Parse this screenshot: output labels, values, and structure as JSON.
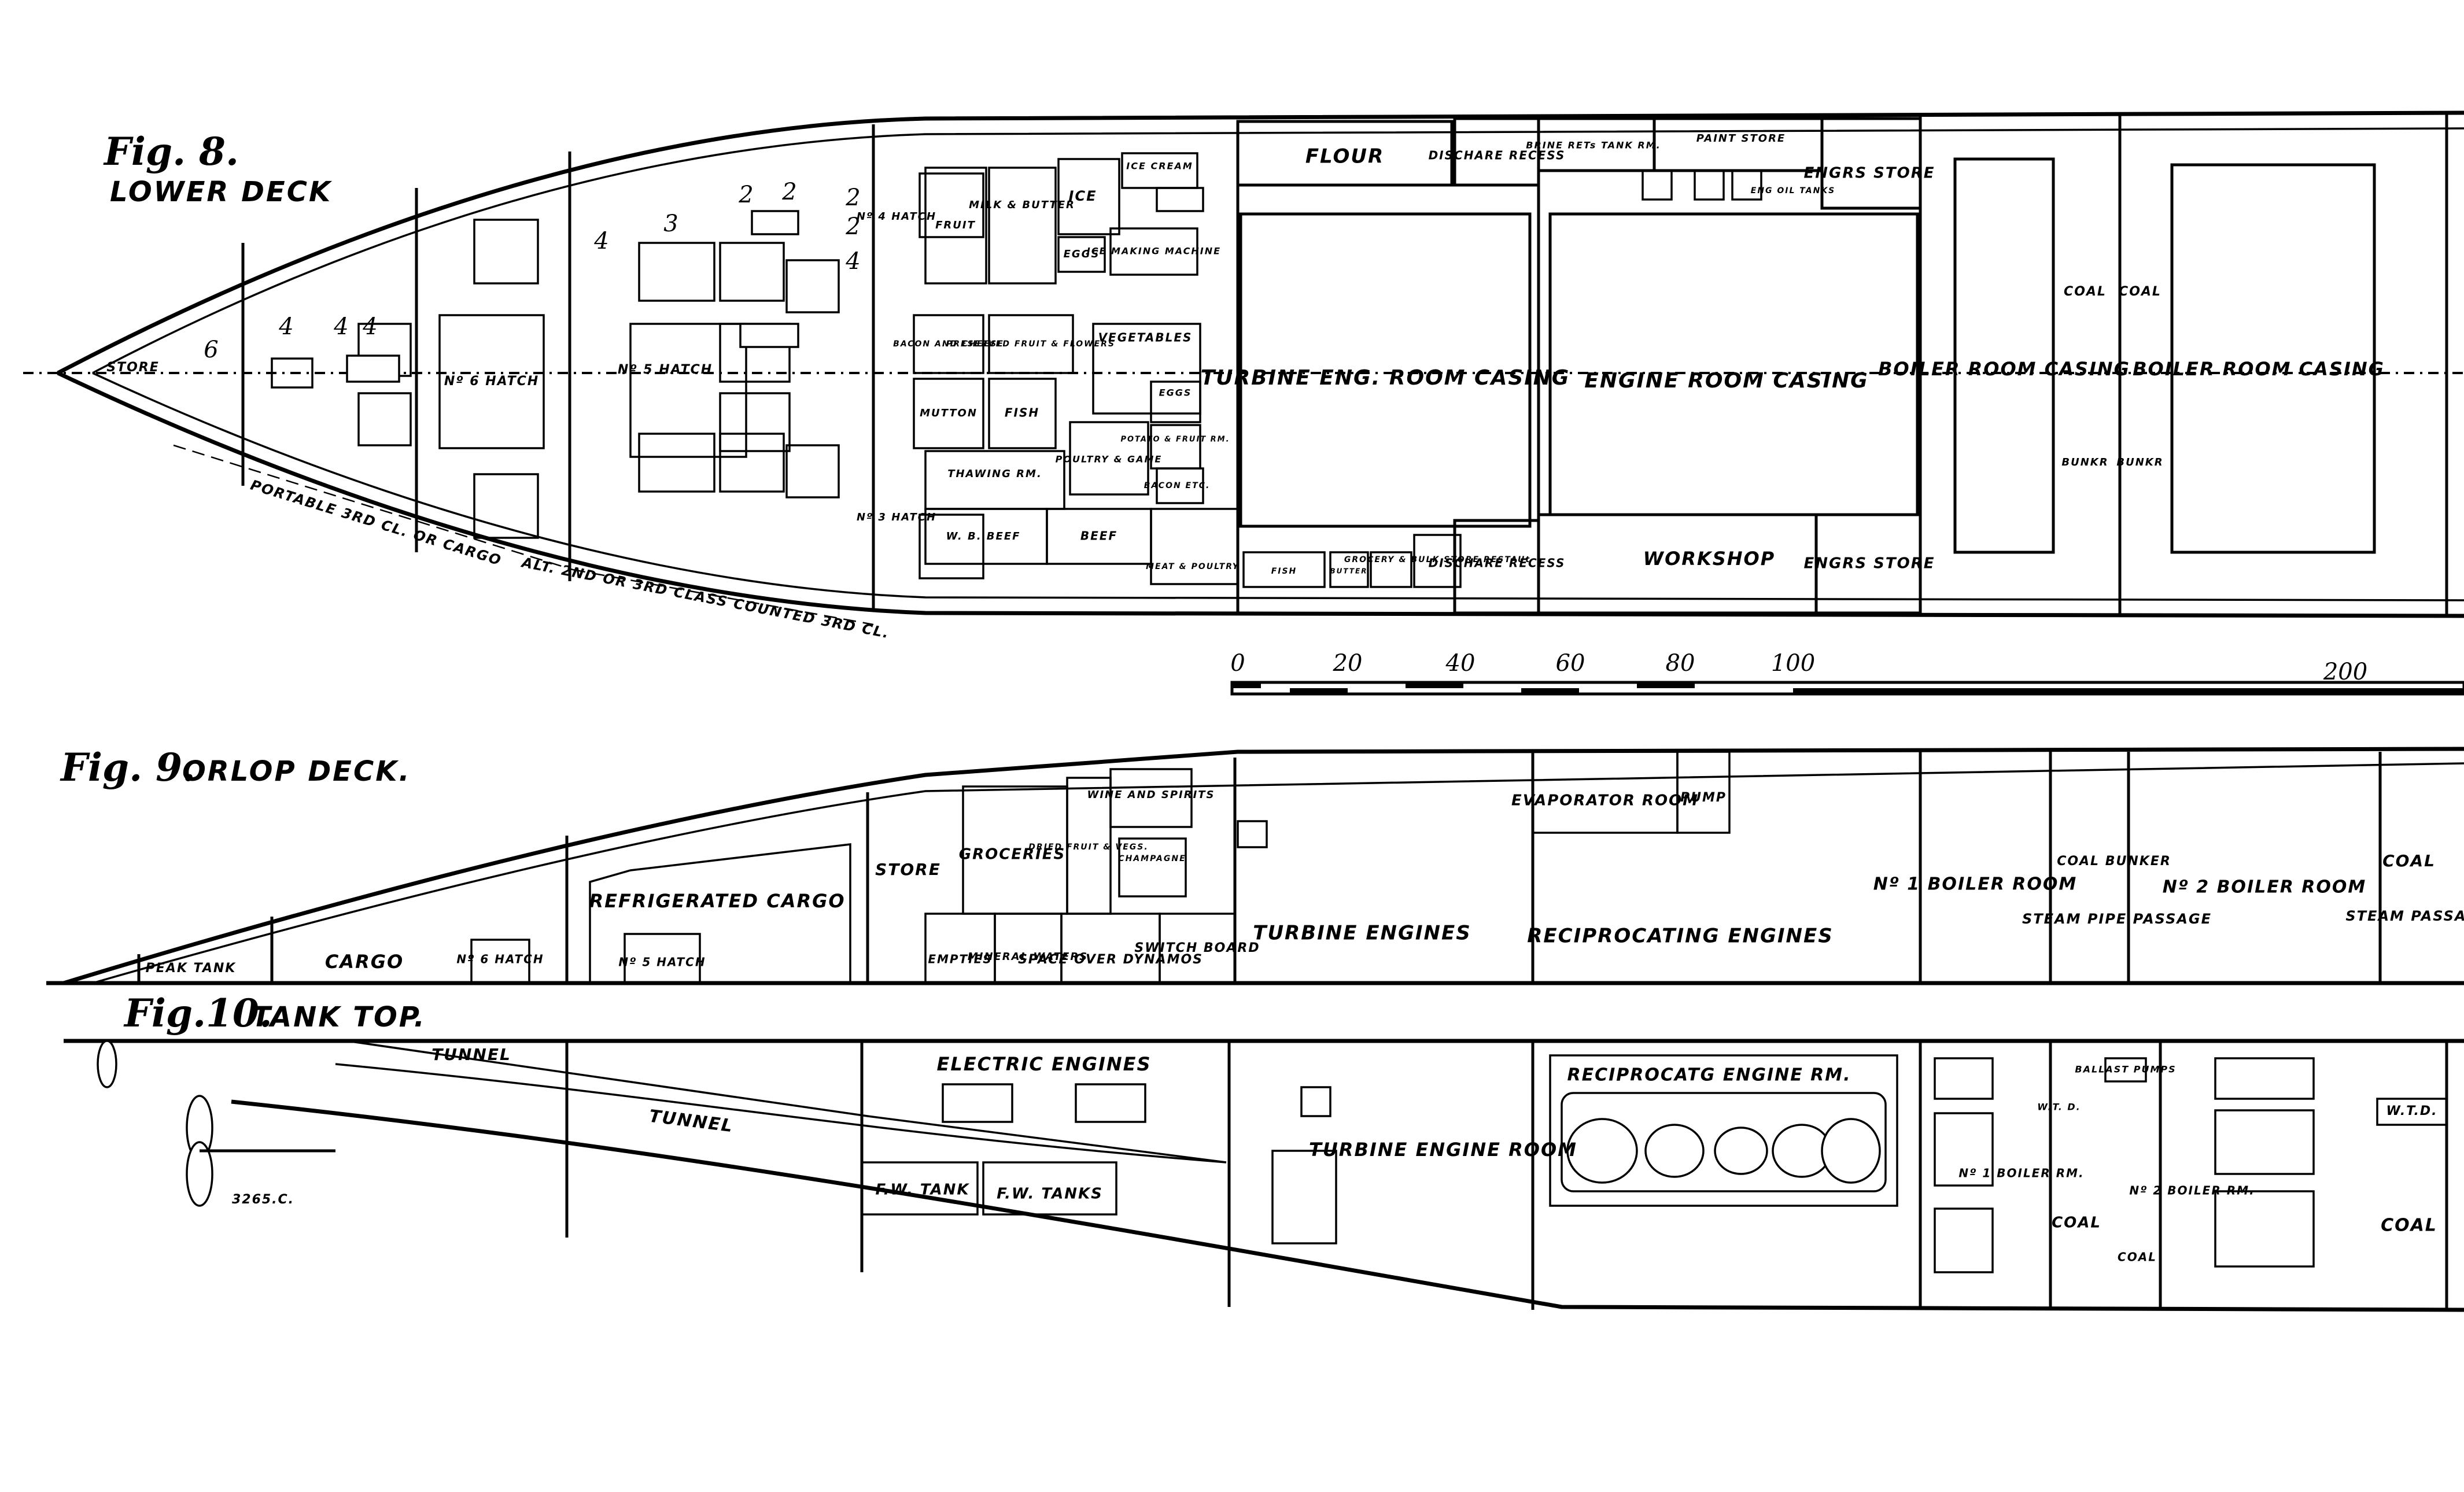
{
  "figures": [
    {
      "fig": "Fig. 8.",
      "title": "LOWER DECK"
    },
    {
      "fig": "Fig. 9.",
      "title": "ORLOP DECK."
    },
    {
      "fig": "Fig.10.",
      "title": "TANK TOP."
    }
  ],
  "lower_deck": {
    "store": "STORE",
    "compartments": [
      "6",
      "4",
      "4",
      "4",
      "4",
      "3",
      "2",
      "2",
      "2",
      "2",
      "4"
    ],
    "hatch6": "Nº 6 HATCH",
    "hatch5": "Nº 5 HATCH",
    "hatch4": "Nº 4 HATCH",
    "hatch3": "Nº 3 HATCH",
    "fruit": "FRUIT",
    "milk_butter": "MILK & BUTTER",
    "ice": "ICE",
    "ice_cream": "ICE CREAM",
    "eggs": "EGGS",
    "ice_making": "ICE MAKING MACHINE",
    "bacon_cheese": "BACON AND CHEESE",
    "preserved": "PRESERVED FRUIT & FLOWERS",
    "vegetables": "VEGETABLES",
    "mutton": "MUTTON",
    "fish": "FISH",
    "eggs2": "EGGS",
    "potatoes": "POTATO & FRUIT RM.",
    "poultry": "POULTRY & GAME",
    "thawing": "THAWING RM.",
    "bacon2": "BACON ETC.",
    "wb_beef": "W. B. BEEF",
    "beef": "BEEF",
    "meat": "MEAT & POULTRY",
    "fish2": "FISH",
    "butter2": "BUTTER",
    "grocery": "GROCERY & BULK STORE RESTAUt",
    "flour": "FLOUR",
    "discharge_top": "DISCHARE RECESS",
    "discharge_bot": "DISCHARE RECESS",
    "turbine_casing": "TURBINE ENG. ROOM CASING",
    "brine": "BRINE RETs TANK RM.",
    "paint": "PAINT STORE",
    "eng_oil": "ENG OIL TANKS",
    "eng_store_top": "ENGRS STORE",
    "eng_store_bot": "ENGRS STORE",
    "engine_casing": "ENGINE ROOM CASING",
    "workshop": "WORKSHOP",
    "boiler_casing1": "BOILER ROOM CASING",
    "boiler_casing2": "BOILER ROOM CASING",
    "coal_a": "COAL",
    "coal_b": "COAL",
    "bunk_a": "BUNKR",
    "bunk_b": "BUNKR",
    "portable": "PORTABLE 3RD CL. OR CARGO",
    "alt_class": "ALT. 2ND OR 3RD CLASS COUNTED 3RD CL."
  },
  "scale": {
    "ticks": [
      "0",
      "20",
      "40",
      "60",
      "80",
      "100",
      "200"
    ]
  },
  "orlop_deck": {
    "peak_tank": "PEAK TANK",
    "cargo": "CARGO",
    "hatch6": "Nº 6 HATCH",
    "refrigerated": "REFRIGERATED CARGO",
    "hatch5": "Nº 5 HATCH",
    "store": "STORE",
    "groceries": "GROCERIES",
    "dried_fruit": "DRIED FRUIT & VEGS.",
    "wine": "WINE AND SPIRITS",
    "champagne": "CHAMPAGNE",
    "empties": "EMPTIES",
    "mineral": "MINERAL WATERS",
    "space_dynamos": "SPACE OVER DYNAMOS",
    "switch": "SWITCH BOARD",
    "turbine": "TURBINE ENGINES",
    "evaporator": "EVAPORATOR ROOM",
    "pump": "PUMP",
    "reciprocating": "RECIPROCATING ENGINES",
    "boiler1": "Nº 1 BOILER ROOM",
    "coal_bunker": "COAL BUNKER",
    "steam_pipe": "STEAM PIPE PASSAGE",
    "boiler2": "Nº 2 BOILER ROOM",
    "coal": "COAL",
    "steam_pass": "STEAM PASSAGE"
  },
  "tank_top": {
    "tunnel1": "TUNNEL",
    "tunnel2": "TUNNEL",
    "electric": "ELECTRIC ENGINES",
    "fw_tank": "F.W. TANK",
    "fw_tanks": "F.W. TANKS",
    "turbine_room": "TURBINE ENGINE ROOM",
    "recip_room": "RECIPROCATG ENGINE RM.",
    "ballast": "BALLAST PUMPS",
    "wtd1": "W.T. D.",
    "wtd2": "W.T.D.",
    "boiler1": "Nº 1 BOILER RM.",
    "boiler2": "Nº 2 BOILER RM.",
    "coal1": "COAL",
    "coal2": "COAL",
    "coal3": "COAL",
    "frame": "3265.C."
  }
}
